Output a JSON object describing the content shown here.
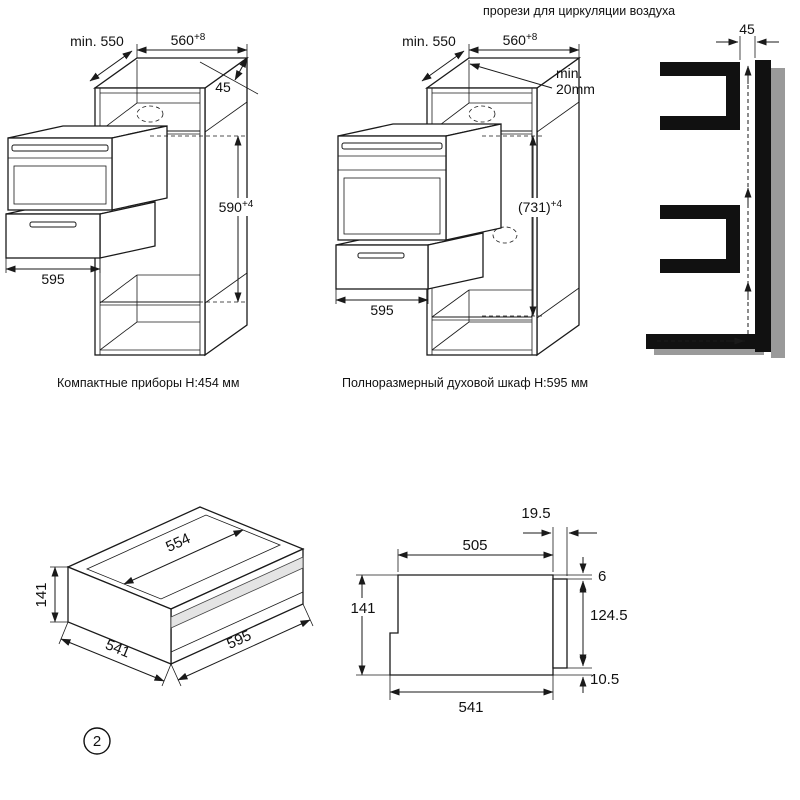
{
  "header": {
    "air_note": "прорези для циркуляции воздуха"
  },
  "left_cabinet": {
    "caption": "Компактные приборы H:454 мм",
    "dim_min550": "min. 550",
    "dim_560": "560",
    "dim_560_sup": "+8",
    "dim_45": "45",
    "dim_590": "590",
    "dim_590_sup": "+4",
    "dim_595": "595"
  },
  "center_cabinet": {
    "caption": "Полноразмерный духовой шкаф H:595 мм",
    "dim_min550": "min. 550",
    "dim_560": "560",
    "dim_560_sup": "+8",
    "dim_min": "min.",
    "dim_20": "20mm",
    "dim_731": "(731)",
    "dim_731_sup": "+4",
    "dim_595": "595"
  },
  "wall_section": {
    "dim_45": "45"
  },
  "iso_view": {
    "dim_554": "554",
    "dim_141": "141",
    "dim_541": "541",
    "dim_595": "595",
    "badge": "2"
  },
  "side_view": {
    "dim_19_5": "19.5",
    "dim_505": "505",
    "dim_6": "6",
    "dim_141": "141",
    "dim_124_5": "124.5",
    "dim_10_5": "10.5",
    "dim_541": "541"
  },
  "colors": {
    "line": "#1a1a1a",
    "wall_gray": "#9a9a9a",
    "solid_black": "#111111"
  }
}
